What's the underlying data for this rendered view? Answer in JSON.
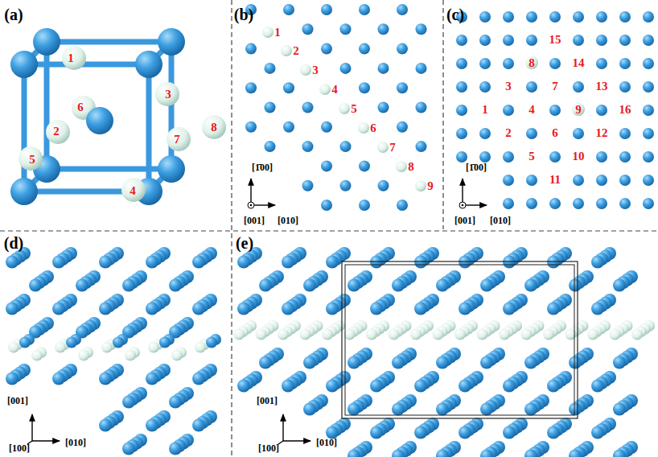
{
  "diagram": {
    "labels": [
      "(a)",
      "1",
      "2",
      "3",
      "4",
      "5",
      "6",
      "7",
      "8",
      "(b)",
      "1",
      "2",
      "3",
      "4",
      "5",
      "6",
      "7",
      "8",
      "9",
      "[1̄00]",
      "[001]",
      "[010]",
      "(c)",
      "1",
      "2",
      "3",
      "4",
      "5",
      "6",
      "7",
      "8",
      "9",
      "10",
      "11",
      "12",
      "13",
      "14",
      "15",
      "16",
      "[1̄00]",
      "[001]",
      "[010]",
      "(d)",
      "[001]",
      "[100]",
      "[010]",
      "(e)",
      "[001]",
      "[100]",
      "[010]"
    ]
  }
}
